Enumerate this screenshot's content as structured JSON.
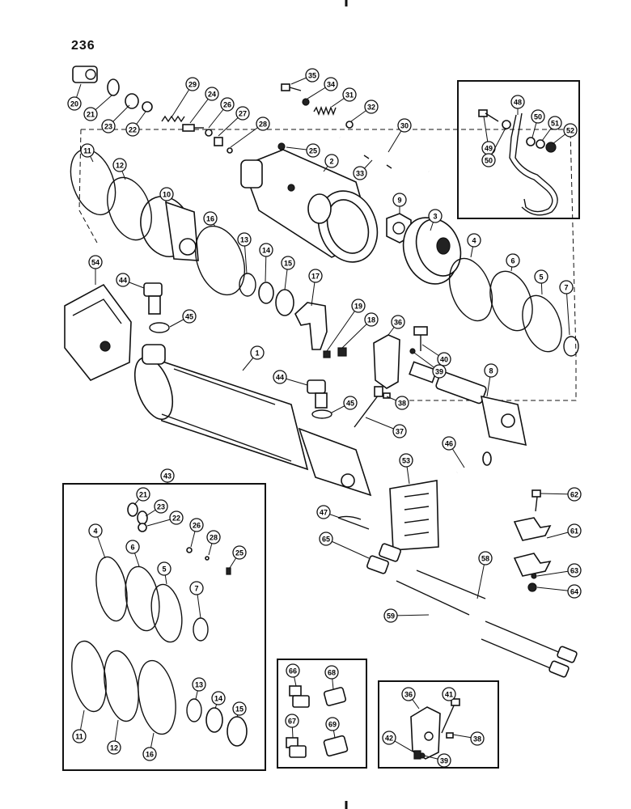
{
  "page_number": "236",
  "callouts": [
    "1",
    "2",
    "3",
    "4",
    "5",
    "6",
    "7",
    "8",
    "9",
    "10",
    "11",
    "12",
    "13",
    "14",
    "15",
    "16",
    "17",
    "18",
    "19",
    "20",
    "21",
    "22",
    "23",
    "24",
    "25",
    "26",
    "27",
    "28",
    "29",
    "30",
    "31",
    "32",
    "33",
    "34",
    "35",
    "36",
    "37",
    "38",
    "39",
    "40",
    "41",
    "42",
    "43",
    "44",
    "45",
    "46",
    "47",
    "48",
    "49",
    "50",
    "51",
    "52",
    "53",
    "54",
    "58",
    "59",
    "61",
    "62",
    "63",
    "64",
    "65",
    "66",
    "67",
    "68",
    "69"
  ]
}
